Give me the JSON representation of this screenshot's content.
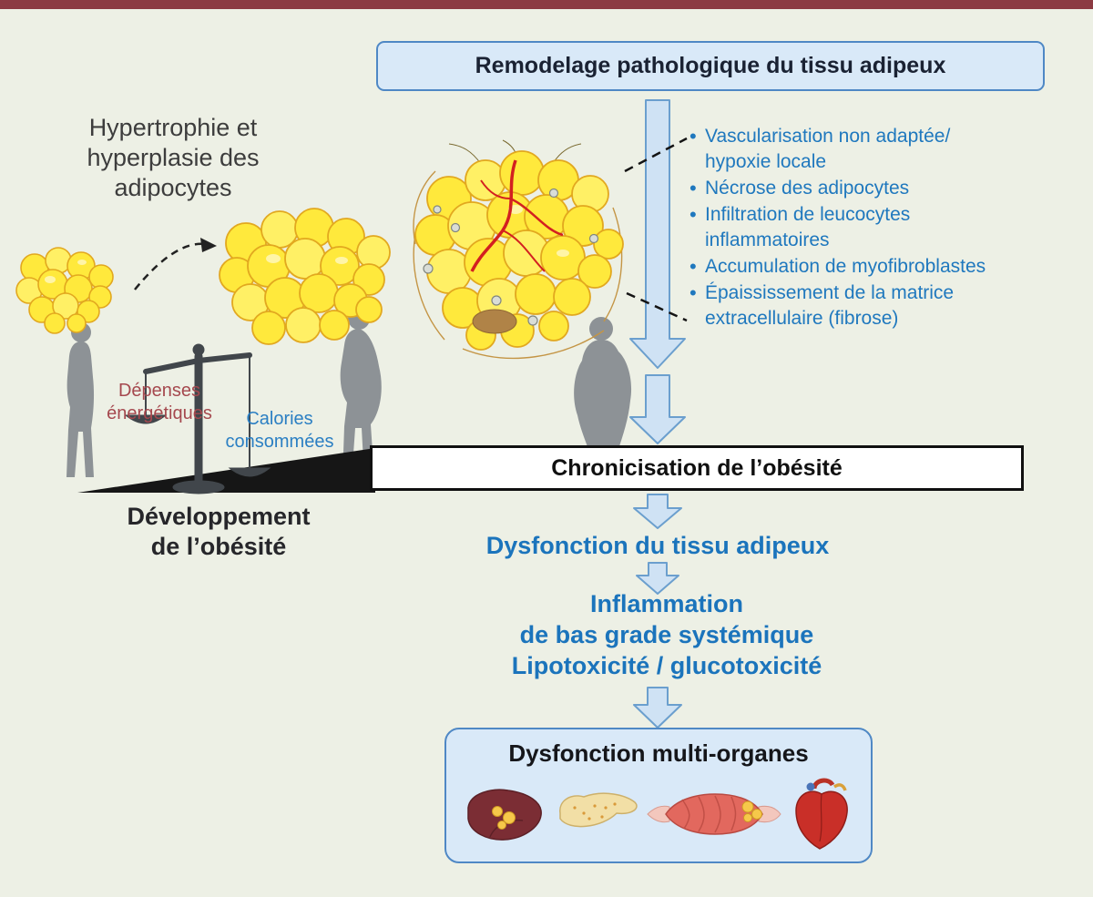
{
  "header": {
    "title": "Remodelage pathologique du tissu adipeux"
  },
  "left_panel": {
    "hypertrophy_label": "Hypertrophie et\nhyperplasie des\nadipocytes",
    "developpement_label": "Développement\nde l’obésité",
    "scale_left_label": "Dépenses\nénergétiques",
    "scale_right_label": "Calories\nconsommées"
  },
  "pathology_bullets": [
    "Vascularisation non adaptée/\nhypoxie locale",
    "Nécrose des adipocytes",
    "Infiltration de leucocytes\ninflammatoires",
    "Accumulation de myofibroblastes",
    "Épaississement de la matrice\nextracellulaire (fibrose)"
  ],
  "flow": {
    "chronicisation": "Chronicisation de l’obésité",
    "dysfonction_tissu": "Dysfonction du tissu adipeux",
    "inflammation_line1": "Inflammation",
    "inflammation_line2": "de bas grade systémique",
    "inflammation_line3": "Lipotoxicité / glucotoxicité",
    "multi_organes_title": "Dysfonction multi-organes"
  },
  "icons": {
    "organs": [
      "liver-icon",
      "pancreas-icon",
      "muscle-icon",
      "heart-icon"
    ]
  },
  "colors": {
    "top_bar": "#8c3a42",
    "background": "#edf0e5",
    "box_fill": "#d9e9f8",
    "box_border": "#4f88c5",
    "blue_text": "#1f78be",
    "dark_red_text": "#a5484e",
    "arrow_fill": "#cfe2f4",
    "arrow_border": "#6b9fce",
    "adipocyte_yellow": "#ffe93c"
  }
}
